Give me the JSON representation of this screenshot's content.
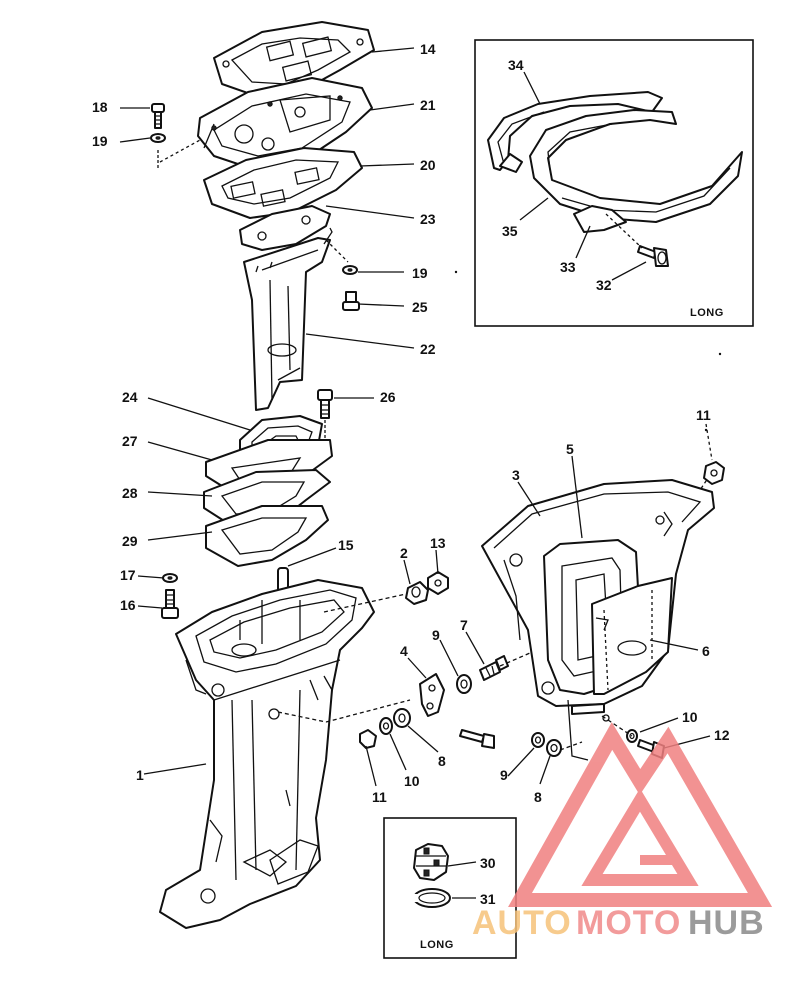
{
  "diagram": {
    "callouts": {
      "c14": "14",
      "c18": "18",
      "c21": "21",
      "c19a": "19",
      "c20": "20",
      "c23": "23",
      "c19b": "19",
      "c25": "25",
      "c22": "22",
      "c24": "24",
      "c26": "26",
      "c27": "27",
      "c28": "28",
      "c29": "29",
      "c15": "15",
      "c17": "17",
      "c16": "16",
      "c2": "2",
      "c13": "13",
      "c4": "4",
      "c9a": "9",
      "c7": "7",
      "c1": "1",
      "c11a": "11",
      "c10a": "10",
      "c8a": "8",
      "c9b": "9",
      "c8b": "8",
      "c10b": "10",
      "c12": "12",
      "c6": "6",
      "c3": "3",
      "c5": "5",
      "c11b": "11",
      "c34": "34",
      "c35": "35",
      "c33": "33",
      "c32": "32",
      "c30": "30",
      "c31": "31"
    },
    "inset_top": {
      "note": "LONG"
    },
    "inset_bottom": {
      "note": "LONG"
    }
  },
  "watermark": {
    "text_a": "AUTO",
    "text_b": "MOTO",
    "text_c": "HUB",
    "color_a": "#f6c27a",
    "color_b": "#f08a8a",
    "color_c": "#8a8a8a",
    "logo_color": "#f08080"
  }
}
